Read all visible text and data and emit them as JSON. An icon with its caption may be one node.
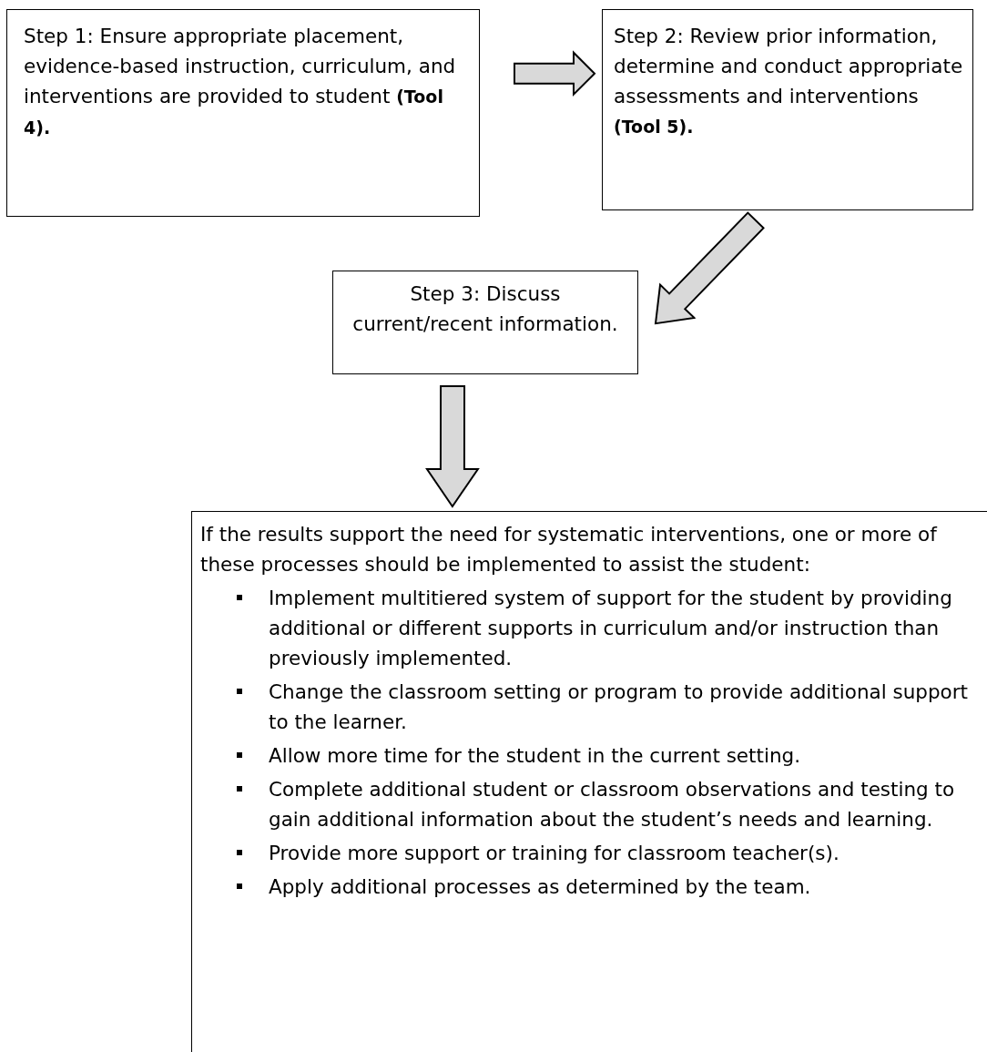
{
  "diagram": {
    "nodes": [
      {
        "text": [
          "Step 1: Ensure appropriate placement, evidence-based instruction, curriculum, and interventions are provided to student **(Tool 4).**"
        ]
      },
      {
        "text": [
          "Step 2: Review prior information, determine and conduct appropriate assessments and interventions **(Tool 5).**"
        ]
      },
      {
        "text": [
          "Step 3: Discuss current/recent information."
        ]
      },
      {
        "text": [
          "If the results support the need for systematic interventions, one or more of these processes should be implemented to assist the student:",
          "Implement multitiered system of support for the student by providing additional or different supports in curriculum and/or instruction than previously implemented.",
          "Change the classroom setting or program to provide additional support to the learner.",
          "Allow more time for the student in the current setting.",
          "Complete additional student or classroom observations and testing to gain additional information about the student’s needs and learning.",
          "Provide more support or training for classroom teacher(s).",
          "Apply additional processes as determined by the team."
        ]
      }
    ],
    "edges": [
      {
        "from": 0,
        "to": 1,
        "arrow": "to"
      },
      {
        "from": 1,
        "to": 2,
        "arrow": "to"
      },
      {
        "from": 2,
        "to": 3,
        "arrow": "to"
      }
    ]
  }
}
